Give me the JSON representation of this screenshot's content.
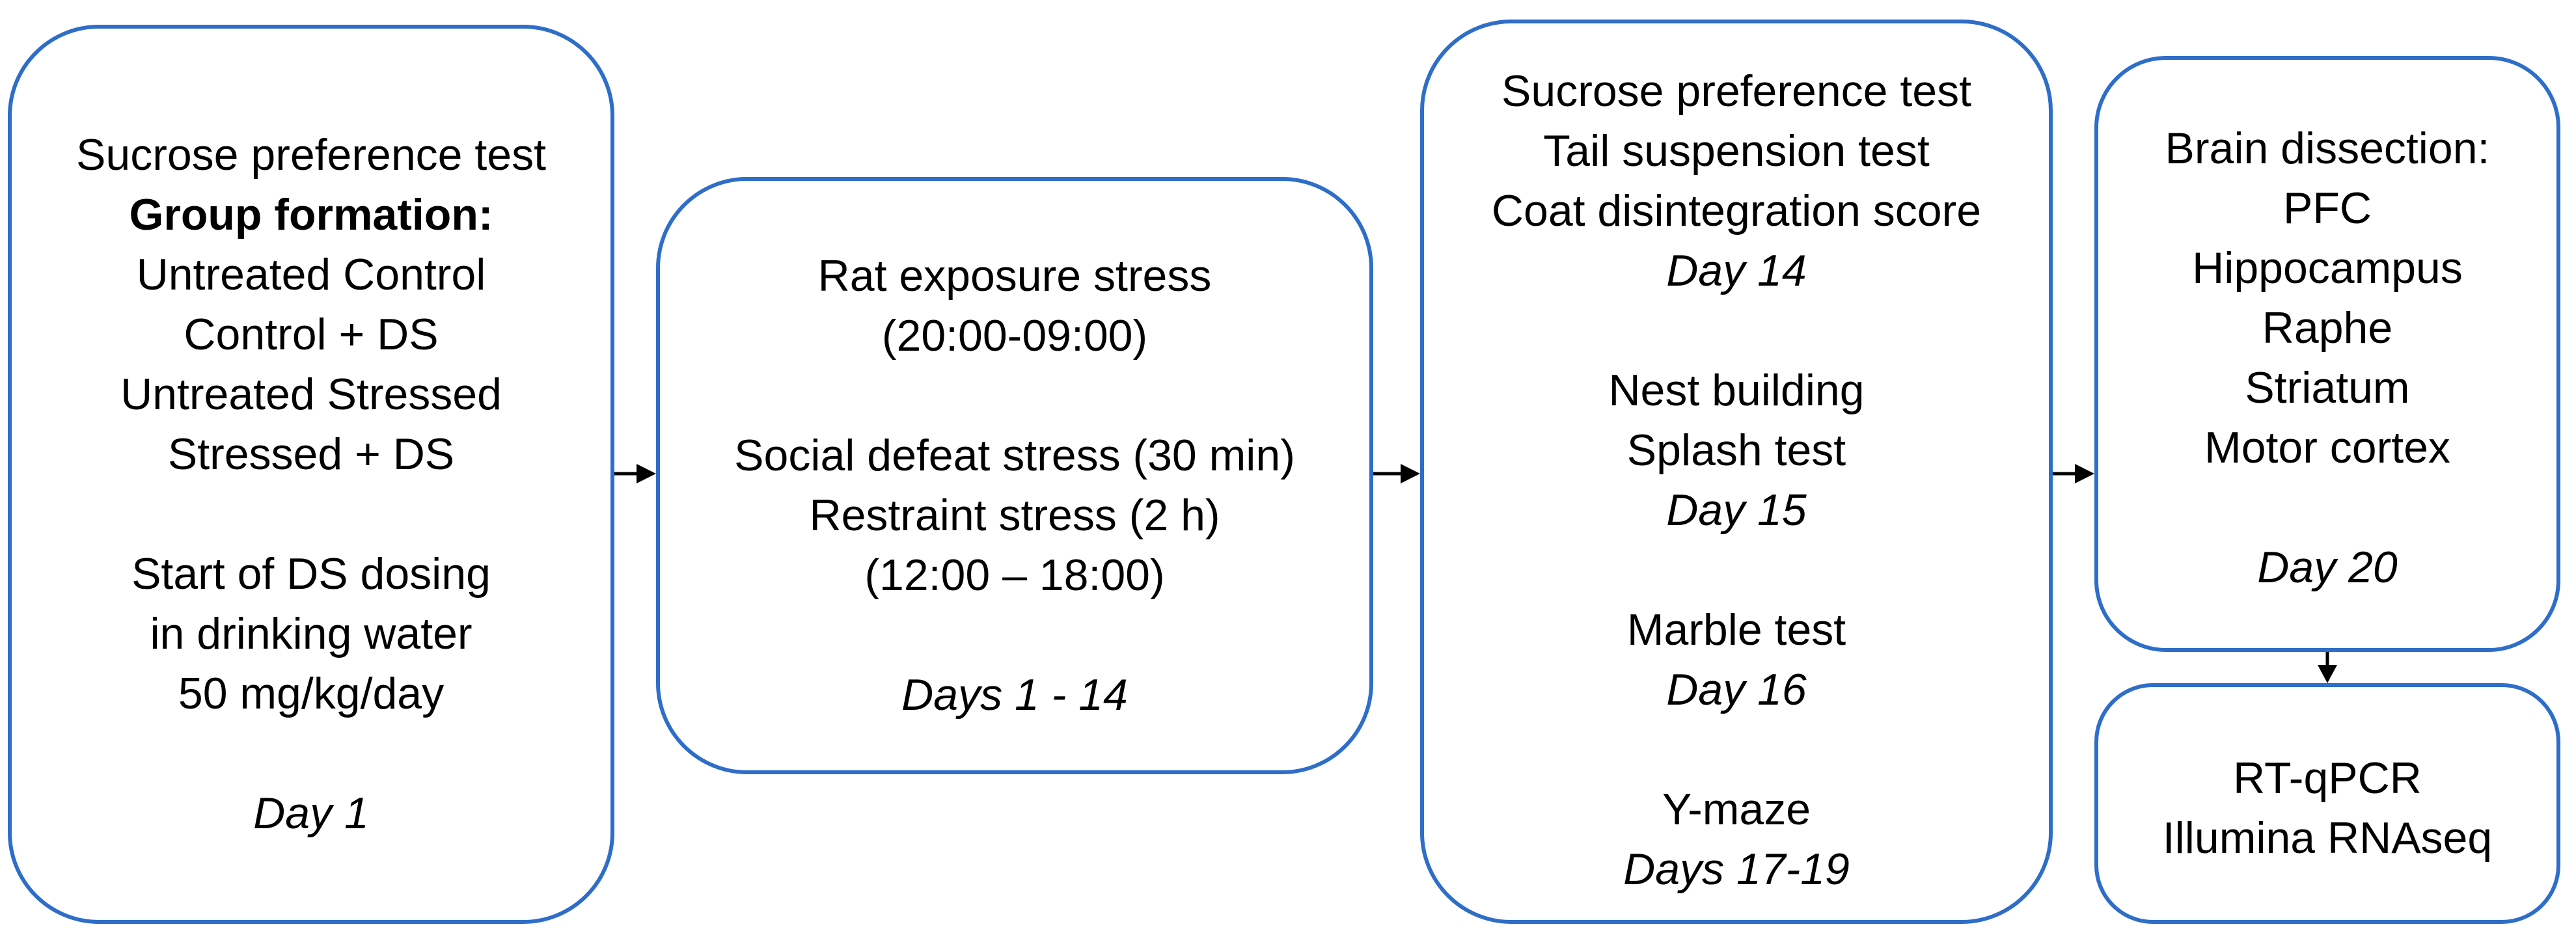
{
  "box1": {
    "line1": "Sucrose preference test",
    "line2": "Group formation:",
    "line3": "Untreated Control",
    "line4": "Control + DS",
    "line5": "Untreated Stressed",
    "line6": "Stressed + DS",
    "line7": "Start of DS dosing",
    "line8": "in drinking water",
    "line9": "50 mg/kg/day",
    "day": "Day 1"
  },
  "box2": {
    "line1": "Rat exposure stress",
    "line2": "(20:00-09:00)",
    "line3": "Social defeat stress (30 min)",
    "line4": "Restraint stress (2 h)",
    "line5": "(12:00 – 18:00)",
    "day": "Days 1 - 14"
  },
  "box3": {
    "line1": "Sucrose preference test",
    "line2": "Tail suspension test",
    "line3": "Coat disintegration score",
    "day1": "Day 14",
    "line4": "Nest building",
    "line5": "Splash test",
    "day2": "Day 15",
    "line6": "Marble test",
    "day3": "Day 16",
    "line7": "Y-maze",
    "day4": "Days 17-19"
  },
  "box4": {
    "line1": "Brain dissection:",
    "line2": "PFC",
    "line3": "Hippocampus",
    "line4": "Raphe",
    "line5": "Striatum",
    "line6": "Motor cortex",
    "day": "Day 20"
  },
  "box5": {
    "line1": "RT-qPCR",
    "line2": "Illumina RNAseq"
  },
  "colors": {
    "border": "#2e6ec9",
    "arrow": "#000000"
  }
}
